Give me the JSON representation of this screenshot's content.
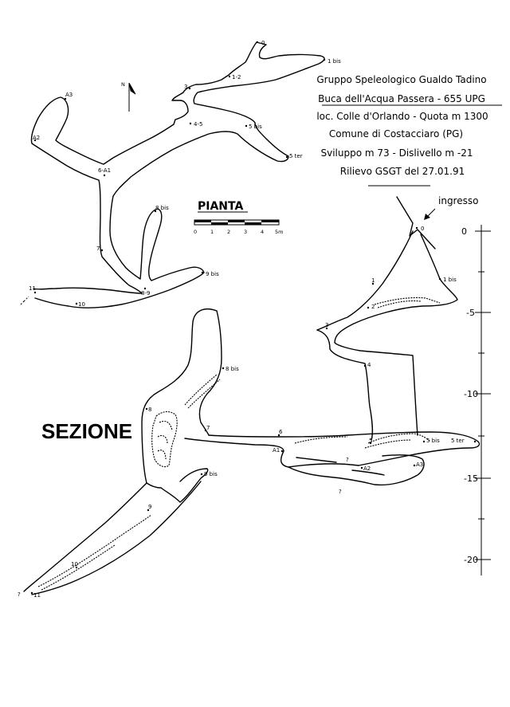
{
  "header": {
    "group": "Gruppo Speleologico Gualdo Tadino",
    "cave_name": "Buca dell'Acqua Passera  -  655 UPG",
    "location": "loc. Colle d'Orlando  -  Quota m 1300",
    "municipality": "Comune di Costacciaro (PG)",
    "stats": "Sviluppo m 73  -  Dislivello m -21",
    "survey": "Rilievo GSGT del 27.01.91"
  },
  "plan": {
    "title": "PIANTA",
    "north": "N",
    "scale_ticks": [
      "0",
      "1",
      "2",
      "3",
      "4",
      "5m"
    ],
    "stations": [
      "0",
      "1 bis",
      "1-2",
      "3",
      "4-5",
      "5 bis",
      "5 ter",
      "A3",
      "A2",
      "6-A1",
      "8 bis",
      "7",
      "9 bis",
      "8-9",
      "10",
      "11"
    ]
  },
  "section": {
    "title": "SEZIONE",
    "entrance_label": "ingresso",
    "depth_ticks": [
      "0",
      "-5",
      "-10",
      "-15",
      "-20"
    ],
    "stations": [
      "0",
      "1 bis",
      "1",
      "2",
      "3",
      "4",
      "8 bis",
      "8",
      "7",
      "6",
      "A1",
      "5",
      "5 bis",
      "5 ter",
      "?",
      "A2",
      "A3",
      "?",
      "9 bis",
      "9",
      "10",
      "?",
      "11"
    ]
  }
}
